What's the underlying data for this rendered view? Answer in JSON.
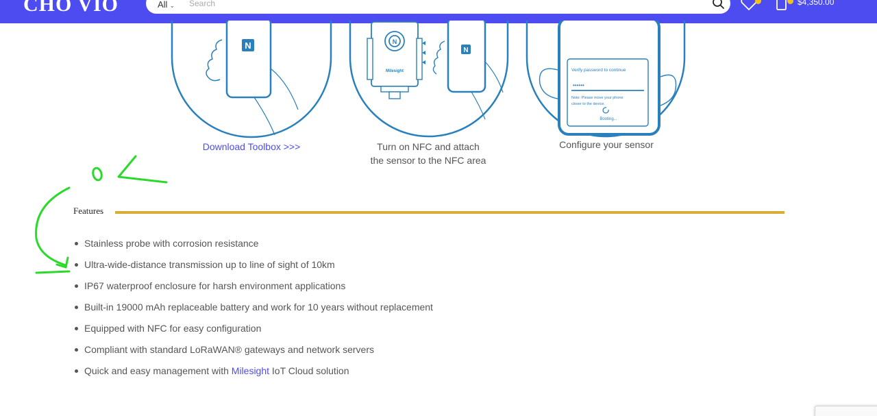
{
  "header": {
    "logo_text": "CHO VIO",
    "search": {
      "category": "All",
      "placeholder": "Search"
    },
    "cart_total": "$4,350.00"
  },
  "steps": [
    {
      "caption": "Download Toolbox >>>"
    },
    {
      "caption_line1": "Turn on NFC and attach",
      "caption_line2": "the sensor to the NFC area"
    },
    {
      "caption": "Configure your sensor",
      "screen": {
        "title": "Verify password to continue",
        "password": "••••••",
        "note_line1": "Note: Please move your phone",
        "note_line2": "closer to the device.",
        "status": "Booting..."
      }
    }
  ],
  "device_brand": "Milesight",
  "annotation": {
    "text": "ok",
    "color": "#2bd92b"
  },
  "features": {
    "heading": "Features",
    "items": [
      {
        "text": "Stainless probe with corrosion resistance"
      },
      {
        "text": "Ultra-wide-distance transmission up to line of sight of 10km"
      },
      {
        "text": "IP67 waterproof enclosure for harsh environment applications"
      },
      {
        "text": "Built-in 19000 mAh replaceable battery and work for 10 years without replacement"
      },
      {
        "text": "Equipped with NFC for easy configuration"
      },
      {
        "text": "Compliant with standard LoRaWAN® gateways and network servers"
      },
      {
        "text_before": "Quick and easy management with ",
        "link": "Milesight",
        "text_after": " IoT Cloud solution"
      }
    ]
  },
  "colors": {
    "brand": "#4c4cf1",
    "illustration": "#2a7fbd",
    "rule": "#d8ad36",
    "badge": "#f3c21f"
  }
}
